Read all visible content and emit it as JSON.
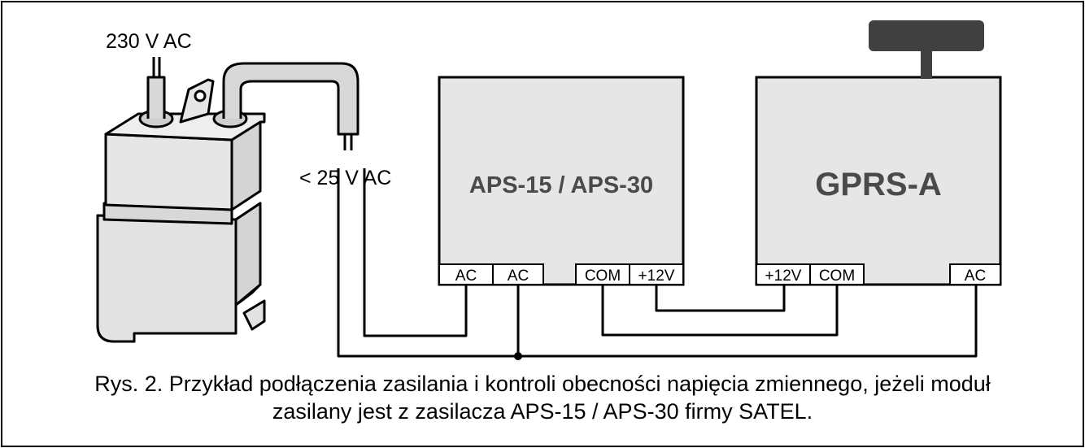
{
  "labels": {
    "mains_voltage": "230 V AC",
    "secondary_voltage": "< 25 V AC"
  },
  "psu": {
    "name": "APS-15 / APS-30",
    "terminals": [
      "AC",
      "AC",
      "COM",
      "+12V"
    ]
  },
  "module": {
    "name": "GPRS-A",
    "terminals": [
      "+12V",
      "COM",
      "AC"
    ]
  },
  "caption": {
    "line1": "Rys. 2. Przykład podłączenia zasilania i kontroli obecności napięcia zmiennego, jeżeli moduł",
    "line2": "zasilany jest z zasilacza APS-15 / APS-30 firmy SATEL."
  },
  "colors": {
    "box_fill": "#e6e6e6",
    "transformer_fill": "#e6e6e6",
    "antenna": "#404040",
    "line": "#000000",
    "cable_fill": "#c8c8c8"
  }
}
